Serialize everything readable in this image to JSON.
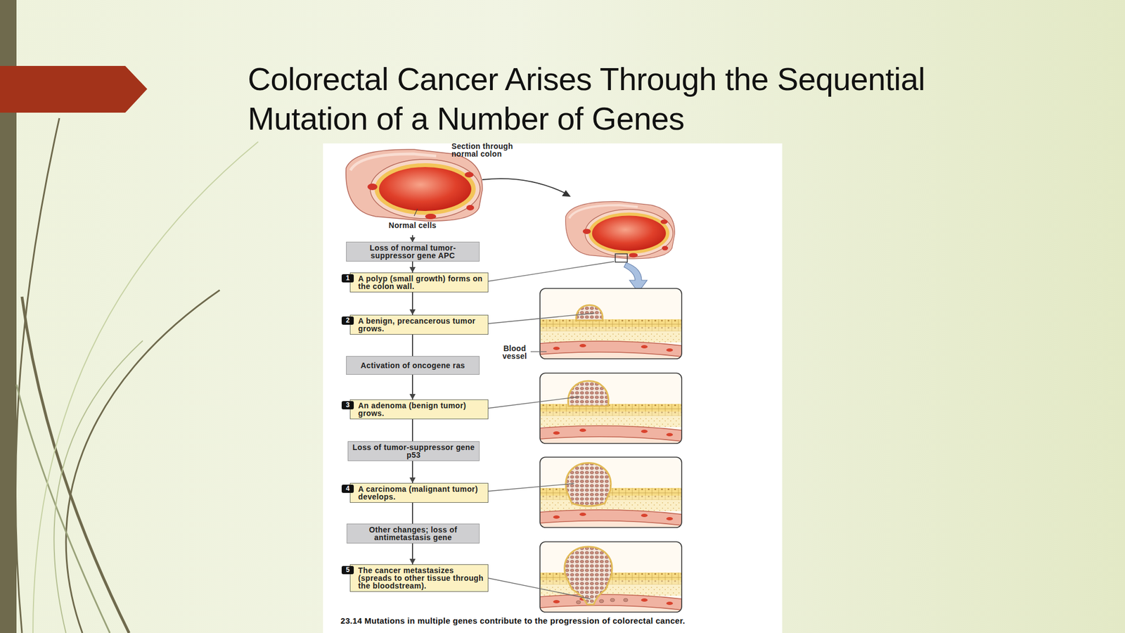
{
  "diagram": {
    "title": "Colorectal Cancer Arises Through the Sequential Mutation of a Number of Genes",
    "caption": "23.14 Mutations in multiple genes contribute to the progression of colorectal cancer.",
    "nodes": [
      {
        "text": [
          "Loss of normal tumor-suppressor gene APC"
        ]
      },
      {
        "text": [
          "1",
          "A polyp (small growth) forms on the colon wall."
        ]
      },
      {
        "text": [
          "2",
          "A benign, precancerous tumor grows."
        ]
      },
      {
        "text": [
          "Activation of oncogene ras"
        ]
      },
      {
        "text": [
          "3",
          "An adenoma (benign tumor) grows."
        ]
      },
      {
        "text": [
          "Loss of tumor-suppressor gene p53"
        ]
      },
      {
        "text": [
          "4",
          "A carcinoma (malignant tumor) develops."
        ]
      },
      {
        "text": [
          "Other changes; loss of antimetastasis gene"
        ]
      },
      {
        "text": [
          "5",
          "The cancer metastasizes (spreads to other tissue through the bloodstream)."
        ]
      }
    ],
    "edges": [
      {
        "from": 0,
        "to": 1,
        "arrow": "to"
      },
      {
        "from": 1,
        "to": 2,
        "arrow": "to"
      },
      {
        "from": 2,
        "to": 3,
        "arrow": "none"
      },
      {
        "from": 3,
        "to": 4,
        "arrow": "to"
      },
      {
        "from": 4,
        "to": 5,
        "arrow": "none"
      },
      {
        "from": 5,
        "to": 6,
        "arrow": "to"
      },
      {
        "from": 6,
        "to": 7,
        "arrow": "none"
      },
      {
        "from": 7,
        "to": 8,
        "arrow": "to"
      }
    ],
    "labels": [
      "Section through normal colon",
      "Normal cells",
      "Blood vessel"
    ]
  }
}
